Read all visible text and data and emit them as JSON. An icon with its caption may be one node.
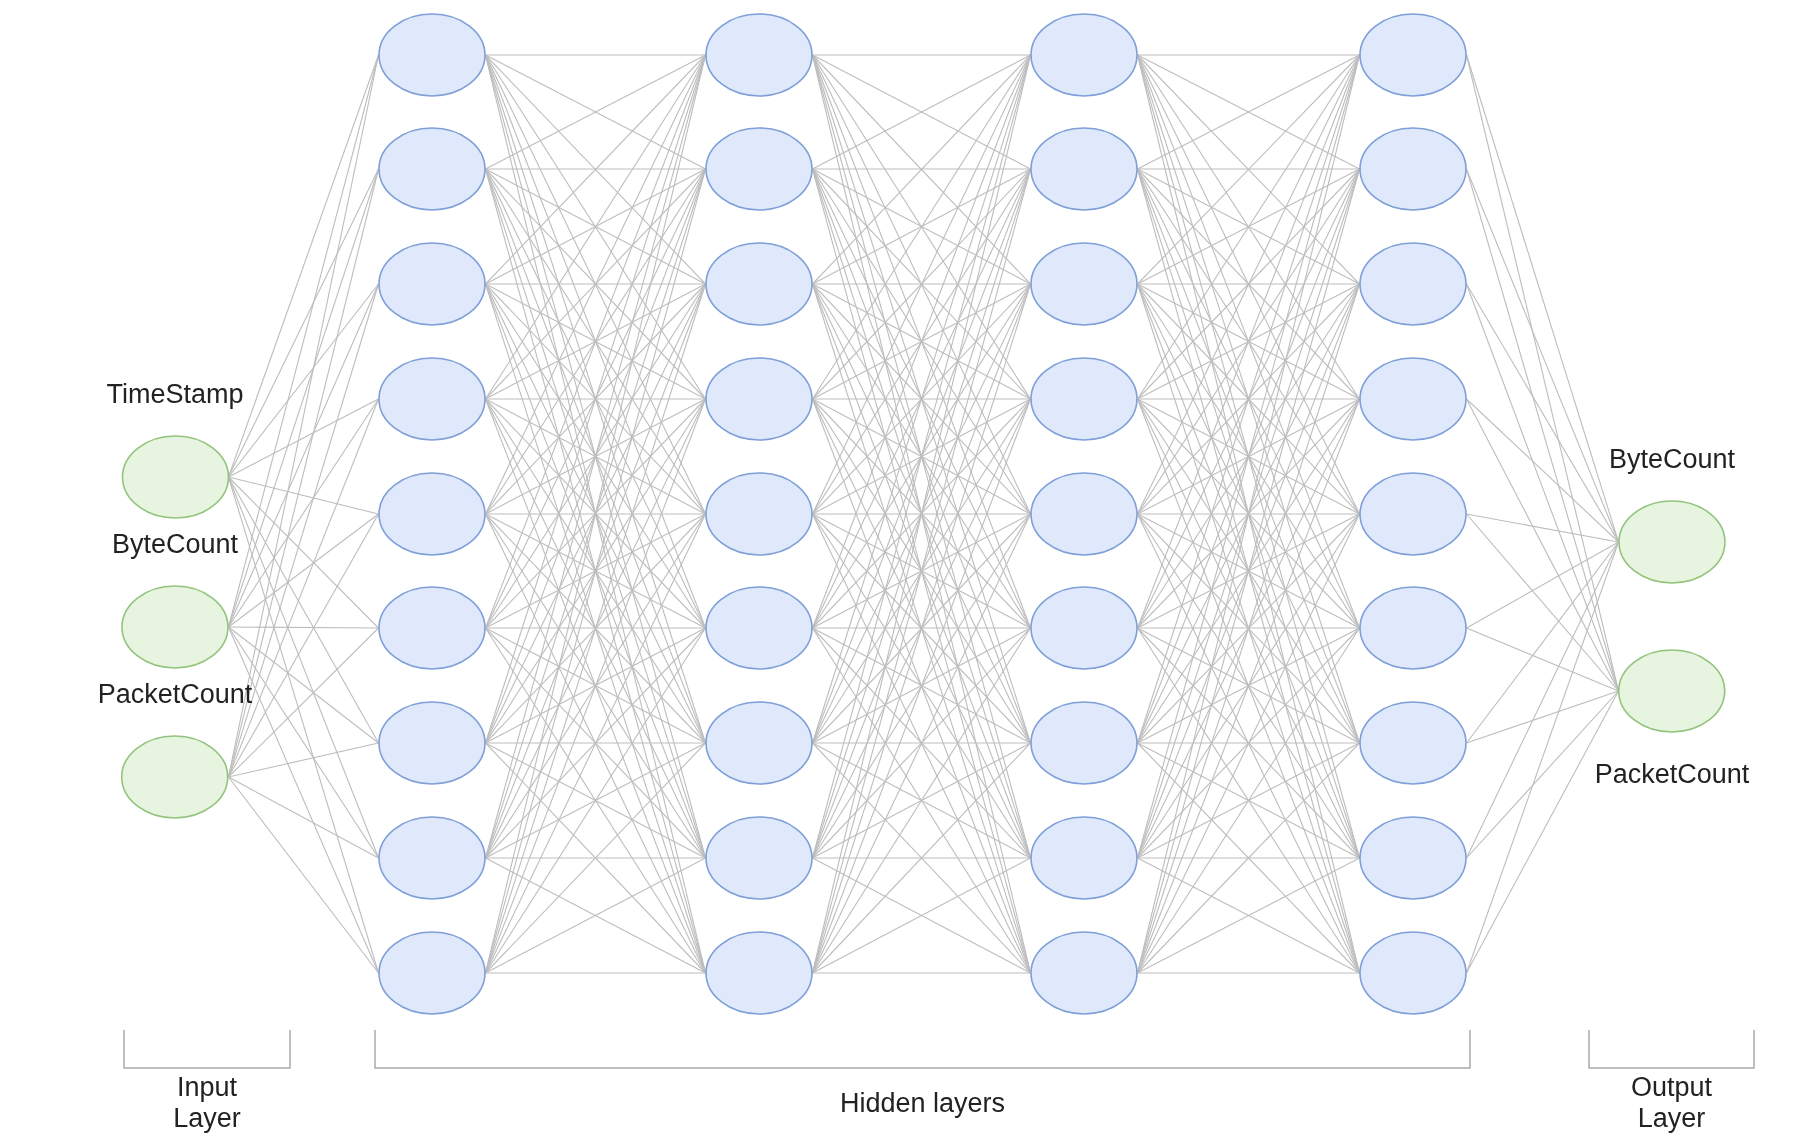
{
  "diagram": {
    "nodes": [
      {
        "text": [
          "TimeStamp"
        ]
      },
      {
        "text": [
          "ByteCount"
        ]
      },
      {
        "text": [
          "PacketCount"
        ]
      },
      {
        "text": [],
        "shape": "circle"
      },
      {
        "text": [],
        "shape": "circle"
      },
      {
        "text": [],
        "shape": "circle"
      },
      {
        "text": [],
        "shape": "circle"
      },
      {
        "text": [],
        "shape": "circle"
      },
      {
        "text": [],
        "shape": "circle"
      },
      {
        "text": [],
        "shape": "circle"
      },
      {
        "text": [],
        "shape": "circle"
      },
      {
        "text": [],
        "shape": "circle"
      },
      {
        "text": [],
        "shape": "circle"
      },
      {
        "text": [],
        "shape": "circle"
      },
      {
        "text": [],
        "shape": "circle"
      },
      {
        "text": [],
        "shape": "circle"
      },
      {
        "text": [],
        "shape": "circle"
      },
      {
        "text": [],
        "shape": "circle"
      },
      {
        "text": [],
        "shape": "circle"
      },
      {
        "text": [],
        "shape": "circle"
      },
      {
        "text": [],
        "shape": "circle"
      },
      {
        "text": [],
        "shape": "circle"
      },
      {
        "text": [],
        "shape": "circle"
      },
      {
        "text": [],
        "shape": "circle"
      },
      {
        "text": [],
        "shape": "circle"
      },
      {
        "text": [],
        "shape": "circle"
      },
      {
        "text": [],
        "shape": "circle"
      },
      {
        "text": [],
        "shape": "circle"
      },
      {
        "text": [],
        "shape": "circle"
      },
      {
        "text": [],
        "shape": "circle"
      },
      {
        "text": [],
        "shape": "circle"
      },
      {
        "text": [],
        "shape": "circle"
      },
      {
        "text": [],
        "shape": "circle"
      },
      {
        "text": [],
        "shape": "circle"
      },
      {
        "text": [],
        "shape": "circle"
      },
      {
        "text": [],
        "shape": "circle"
      },
      {
        "text": [],
        "shape": "circle"
      },
      {
        "text": [],
        "shape": "circle"
      },
      {
        "text": [],
        "shape": "circle"
      },
      {
        "text": [
          "ByteCount"
        ]
      },
      {
        "text": [
          "PacketCount"
        ]
      }
    ],
    "edges": [
      {
        "from": 0,
        "to": 3,
        "arrow": "none"
      },
      {
        "from": 0,
        "to": 4,
        "arrow": "none"
      },
      {
        "from": 0,
        "to": 5,
        "arrow": "none"
      },
      {
        "from": 0,
        "to": 6,
        "arrow": "none"
      },
      {
        "from": 0,
        "to": 7,
        "arrow": "none"
      },
      {
        "from": 0,
        "to": 8,
        "arrow": "none"
      },
      {
        "from": 0,
        "to": 9,
        "arrow": "none"
      },
      {
        "from": 0,
        "to": 10,
        "arrow": "none"
      },
      {
        "from": 0,
        "to": 11,
        "arrow": "none"
      },
      {
        "from": 1,
        "to": 3,
        "arrow": "none"
      },
      {
        "from": 1,
        "to": 4,
        "arrow": "none"
      },
      {
        "from": 1,
        "to": 5,
        "arrow": "none"
      },
      {
        "from": 1,
        "to": 6,
        "arrow": "none"
      },
      {
        "from": 1,
        "to": 7,
        "arrow": "none"
      },
      {
        "from": 1,
        "to": 8,
        "arrow": "none"
      },
      {
        "from": 1,
        "to": 9,
        "arrow": "none"
      },
      {
        "from": 1,
        "to": 10,
        "arrow": "none"
      },
      {
        "from": 1,
        "to": 11,
        "arrow": "none"
      },
      {
        "from": 2,
        "to": 3,
        "arrow": "none"
      },
      {
        "from": 2,
        "to": 4,
        "arrow": "none"
      },
      {
        "from": 2,
        "to": 5,
        "arrow": "none"
      },
      {
        "from": 2,
        "to": 6,
        "arrow": "none"
      },
      {
        "from": 2,
        "to": 7,
        "arrow": "none"
      },
      {
        "from": 2,
        "to": 8,
        "arrow": "none"
      },
      {
        "from": 2,
        "to": 9,
        "arrow": "none"
      },
      {
        "from": 2,
        "to": 10,
        "arrow": "none"
      },
      {
        "from": 2,
        "to": 11,
        "arrow": "none"
      },
      {
        "from": 3,
        "to": 12,
        "arrow": "none"
      },
      {
        "from": 3,
        "to": 13,
        "arrow": "none"
      },
      {
        "from": 3,
        "to": 14,
        "arrow": "none"
      },
      {
        "from": 3,
        "to": 15,
        "arrow": "none"
      },
      {
        "from": 3,
        "to": 16,
        "arrow": "none"
      },
      {
        "from": 3,
        "to": 17,
        "arrow": "none"
      },
      {
        "from": 3,
        "to": 18,
        "arrow": "none"
      },
      {
        "from": 3,
        "to": 19,
        "arrow": "none"
      },
      {
        "from": 3,
        "to": 20,
        "arrow": "none"
      },
      {
        "from": 4,
        "to": 12,
        "arrow": "none"
      },
      {
        "from": 4,
        "to": 13,
        "arrow": "none"
      },
      {
        "from": 4,
        "to": 14,
        "arrow": "none"
      },
      {
        "from": 4,
        "to": 15,
        "arrow": "none"
      },
      {
        "from": 4,
        "to": 16,
        "arrow": "none"
      },
      {
        "from": 4,
        "to": 17,
        "arrow": "none"
      },
      {
        "from": 4,
        "to": 18,
        "arrow": "none"
      },
      {
        "from": 4,
        "to": 19,
        "arrow": "none"
      },
      {
        "from": 4,
        "to": 20,
        "arrow": "none"
      },
      {
        "from": 5,
        "to": 12,
        "arrow": "none"
      },
      {
        "from": 5,
        "to": 13,
        "arrow": "none"
      },
      {
        "from": 5,
        "to": 14,
        "arrow": "none"
      },
      {
        "from": 5,
        "to": 15,
        "arrow": "none"
      },
      {
        "from": 5,
        "to": 16,
        "arrow": "none"
      },
      {
        "from": 5,
        "to": 17,
        "arrow": "none"
      },
      {
        "from": 5,
        "to": 18,
        "arrow": "none"
      },
      {
        "from": 5,
        "to": 19,
        "arrow": "none"
      },
      {
        "from": 5,
        "to": 20,
        "arrow": "none"
      },
      {
        "from": 6,
        "to": 12,
        "arrow": "none"
      },
      {
        "from": 6,
        "to": 13,
        "arrow": "none"
      },
      {
        "from": 6,
        "to": 14,
        "arrow": "none"
      },
      {
        "from": 6,
        "to": 15,
        "arrow": "none"
      },
      {
        "from": 6,
        "to": 16,
        "arrow": "none"
      },
      {
        "from": 6,
        "to": 17,
        "arrow": "none"
      },
      {
        "from": 6,
        "to": 18,
        "arrow": "none"
      },
      {
        "from": 6,
        "to": 19,
        "arrow": "none"
      },
      {
        "from": 6,
        "to": 20,
        "arrow": "none"
      },
      {
        "from": 7,
        "to": 12,
        "arrow": "none"
      },
      {
        "from": 7,
        "to": 13,
        "arrow": "none"
      },
      {
        "from": 7,
        "to": 14,
        "arrow": "none"
      },
      {
        "from": 7,
        "to": 15,
        "arrow": "none"
      },
      {
        "from": 7,
        "to": 16,
        "arrow": "none"
      },
      {
        "from": 7,
        "to": 17,
        "arrow": "none"
      },
      {
        "from": 7,
        "to": 18,
        "arrow": "none"
      },
      {
        "from": 7,
        "to": 19,
        "arrow": "none"
      },
      {
        "from": 7,
        "to": 20,
        "arrow": "none"
      },
      {
        "from": 8,
        "to": 12,
        "arrow": "none"
      },
      {
        "from": 8,
        "to": 13,
        "arrow": "none"
      },
      {
        "from": 8,
        "to": 14,
        "arrow": "none"
      },
      {
        "from": 8,
        "to": 15,
        "arrow": "none"
      },
      {
        "from": 8,
        "to": 16,
        "arrow": "none"
      },
      {
        "from": 8,
        "to": 17,
        "arrow": "none"
      },
      {
        "from": 8,
        "to": 18,
        "arrow": "none"
      },
      {
        "from": 8,
        "to": 19,
        "arrow": "none"
      },
      {
        "from": 8,
        "to": 20,
        "arrow": "none"
      },
      {
        "from": 9,
        "to": 12,
        "arrow": "none"
      },
      {
        "from": 9,
        "to": 13,
        "arrow": "none"
      },
      {
        "from": 9,
        "to": 14,
        "arrow": "none"
      },
      {
        "from": 9,
        "to": 15,
        "arrow": "none"
      },
      {
        "from": 9,
        "to": 16,
        "arrow": "none"
      },
      {
        "from": 9,
        "to": 17,
        "arrow": "none"
      },
      {
        "from": 9,
        "to": 18,
        "arrow": "none"
      },
      {
        "from": 9,
        "to": 19,
        "arrow": "none"
      },
      {
        "from": 9,
        "to": 20,
        "arrow": "none"
      },
      {
        "from": 10,
        "to": 12,
        "arrow": "none"
      },
      {
        "from": 10,
        "to": 13,
        "arrow": "none"
      },
      {
        "from": 10,
        "to": 14,
        "arrow": "none"
      },
      {
        "from": 10,
        "to": 15,
        "arrow": "none"
      },
      {
        "from": 10,
        "to": 16,
        "arrow": "none"
      },
      {
        "from": 10,
        "to": 17,
        "arrow": "none"
      },
      {
        "from": 10,
        "to": 18,
        "arrow": "none"
      },
      {
        "from": 10,
        "to": 19,
        "arrow": "none"
      },
      {
        "from": 10,
        "to": 20,
        "arrow": "none"
      },
      {
        "from": 11,
        "to": 12,
        "arrow": "none"
      },
      {
        "from": 11,
        "to": 13,
        "arrow": "none"
      },
      {
        "from": 11,
        "to": 14,
        "arrow": "none"
      },
      {
        "from": 11,
        "to": 15,
        "arrow": "none"
      },
      {
        "from": 11,
        "to": 16,
        "arrow": "none"
      },
      {
        "from": 11,
        "to": 17,
        "arrow": "none"
      },
      {
        "from": 11,
        "to": 18,
        "arrow": "none"
      },
      {
        "from": 11,
        "to": 19,
        "arrow": "none"
      },
      {
        "from": 11,
        "to": 20,
        "arrow": "none"
      },
      {
        "from": 12,
        "to": 21,
        "arrow": "none"
      },
      {
        "from": 12,
        "to": 22,
        "arrow": "none"
      },
      {
        "from": 12,
        "to": 23,
        "arrow": "none"
      },
      {
        "from": 12,
        "to": 24,
        "arrow": "none"
      },
      {
        "from": 12,
        "to": 25,
        "arrow": "none"
      },
      {
        "from": 12,
        "to": 26,
        "arrow": "none"
      },
      {
        "from": 12,
        "to": 27,
        "arrow": "none"
      },
      {
        "from": 12,
        "to": 28,
        "arrow": "none"
      },
      {
        "from": 12,
        "to": 29,
        "arrow": "none"
      },
      {
        "from": 13,
        "to": 21,
        "arrow": "none"
      },
      {
        "from": 13,
        "to": 22,
        "arrow": "none"
      },
      {
        "from": 13,
        "to": 23,
        "arrow": "none"
      },
      {
        "from": 13,
        "to": 24,
        "arrow": "none"
      },
      {
        "from": 13,
        "to": 25,
        "arrow": "none"
      },
      {
        "from": 13,
        "to": 26,
        "arrow": "none"
      },
      {
        "from": 13,
        "to": 27,
        "arrow": "none"
      },
      {
        "from": 13,
        "to": 28,
        "arrow": "none"
      },
      {
        "from": 13,
        "to": 29,
        "arrow": "none"
      },
      {
        "from": 14,
        "to": 21,
        "arrow": "none"
      },
      {
        "from": 14,
        "to": 22,
        "arrow": "none"
      },
      {
        "from": 14,
        "to": 23,
        "arrow": "none"
      },
      {
        "from": 14,
        "to": 24,
        "arrow": "none"
      },
      {
        "from": 14,
        "to": 25,
        "arrow": "none"
      },
      {
        "from": 14,
        "to": 26,
        "arrow": "none"
      },
      {
        "from": 14,
        "to": 27,
        "arrow": "none"
      },
      {
        "from": 14,
        "to": 28,
        "arrow": "none"
      },
      {
        "from": 14,
        "to": 29,
        "arrow": "none"
      },
      {
        "from": 15,
        "to": 21,
        "arrow": "none"
      },
      {
        "from": 15,
        "to": 22,
        "arrow": "none"
      },
      {
        "from": 15,
        "to": 23,
        "arrow": "none"
      },
      {
        "from": 15,
        "to": 24,
        "arrow": "none"
      },
      {
        "from": 15,
        "to": 25,
        "arrow": "none"
      },
      {
        "from": 15,
        "to": 26,
        "arrow": "none"
      },
      {
        "from": 15,
        "to": 27,
        "arrow": "none"
      },
      {
        "from": 15,
        "to": 28,
        "arrow": "none"
      },
      {
        "from": 15,
        "to": 29,
        "arrow": "none"
      },
      {
        "from": 16,
        "to": 21,
        "arrow": "none"
      },
      {
        "from": 16,
        "to": 22,
        "arrow": "none"
      },
      {
        "from": 16,
        "to": 23,
        "arrow": "none"
      },
      {
        "from": 16,
        "to": 24,
        "arrow": "none"
      },
      {
        "from": 16,
        "to": 25,
        "arrow": "none"
      },
      {
        "from": 16,
        "to": 26,
        "arrow": "none"
      },
      {
        "from": 16,
        "to": 27,
        "arrow": "none"
      },
      {
        "from": 16,
        "to": 28,
        "arrow": "none"
      },
      {
        "from": 16,
        "to": 29,
        "arrow": "none"
      },
      {
        "from": 17,
        "to": 21,
        "arrow": "none"
      },
      {
        "from": 17,
        "to": 22,
        "arrow": "none"
      },
      {
        "from": 17,
        "to": 23,
        "arrow": "none"
      },
      {
        "from": 17,
        "to": 24,
        "arrow": "none"
      },
      {
        "from": 17,
        "to": 25,
        "arrow": "none"
      },
      {
        "from": 17,
        "to": 26,
        "arrow": "none"
      },
      {
        "from": 17,
        "to": 27,
        "arrow": "none"
      },
      {
        "from": 17,
        "to": 28,
        "arrow": "none"
      },
      {
        "from": 17,
        "to": 29,
        "arrow": "none"
      },
      {
        "from": 18,
        "to": 21,
        "arrow": "none"
      },
      {
        "from": 18,
        "to": 22,
        "arrow": "none"
      },
      {
        "from": 18,
        "to": 23,
        "arrow": "none"
      },
      {
        "from": 18,
        "to": 24,
        "arrow": "none"
      },
      {
        "from": 18,
        "to": 25,
        "arrow": "none"
      },
      {
        "from": 18,
        "to": 26,
        "arrow": "none"
      },
      {
        "from": 18,
        "to": 27,
        "arrow": "none"
      },
      {
        "from": 18,
        "to": 28,
        "arrow": "none"
      },
      {
        "from": 18,
        "to": 29,
        "arrow": "none"
      },
      {
        "from": 19,
        "to": 21,
        "arrow": "none"
      },
      {
        "from": 19,
        "to": 22,
        "arrow": "none"
      },
      {
        "from": 19,
        "to": 23,
        "arrow": "none"
      },
      {
        "from": 19,
        "to": 24,
        "arrow": "none"
      },
      {
        "from": 19,
        "to": 25,
        "arrow": "none"
      },
      {
        "from": 19,
        "to": 26,
        "arrow": "none"
      },
      {
        "from": 19,
        "to": 27,
        "arrow": "none"
      },
      {
        "from": 19,
        "to": 28,
        "arrow": "none"
      },
      {
        "from": 19,
        "to": 29,
        "arrow": "none"
      },
      {
        "from": 20,
        "to": 21,
        "arrow": "none"
      },
      {
        "from": 20,
        "to": 22,
        "arrow": "none"
      },
      {
        "from": 20,
        "to": 23,
        "arrow": "none"
      },
      {
        "from": 20,
        "to": 24,
        "arrow": "none"
      },
      {
        "from": 20,
        "to": 25,
        "arrow": "none"
      },
      {
        "from": 20,
        "to": 26,
        "arrow": "none"
      },
      {
        "from": 20,
        "to": 27,
        "arrow": "none"
      },
      {
        "from": 20,
        "to": 28,
        "arrow": "none"
      },
      {
        "from": 20,
        "to": 29,
        "arrow": "none"
      },
      {
        "from": 21,
        "to": 30,
        "arrow": "none"
      },
      {
        "from": 21,
        "to": 31,
        "arrow": "none"
      },
      {
        "from": 21,
        "to": 32,
        "arrow": "none"
      },
      {
        "from": 21,
        "to": 33,
        "arrow": "none"
      },
      {
        "from": 21,
        "to": 34,
        "arrow": "none"
      },
      {
        "from": 21,
        "to": 35,
        "arrow": "none"
      },
      {
        "from": 21,
        "to": 36,
        "arrow": "none"
      },
      {
        "from": 21,
        "to": 37,
        "arrow": "none"
      },
      {
        "from": 21,
        "to": 38,
        "arrow": "none"
      },
      {
        "from": 22,
        "to": 30,
        "arrow": "none"
      },
      {
        "from": 22,
        "to": 31,
        "arrow": "none"
      },
      {
        "from": 22,
        "to": 32,
        "arrow": "none"
      },
      {
        "from": 22,
        "to": 33,
        "arrow": "none"
      },
      {
        "from": 22,
        "to": 34,
        "arrow": "none"
      },
      {
        "from": 22,
        "to": 35,
        "arrow": "none"
      },
      {
        "from": 22,
        "to": 36,
        "arrow": "none"
      },
      {
        "from": 22,
        "to": 37,
        "arrow": "none"
      },
      {
        "from": 22,
        "to": 38,
        "arrow": "none"
      },
      {
        "from": 23,
        "to": 30,
        "arrow": "none"
      },
      {
        "from": 23,
        "to": 31,
        "arrow": "none"
      },
      {
        "from": 23,
        "to": 32,
        "arrow": "none"
      },
      {
        "from": 23,
        "to": 33,
        "arrow": "none"
      },
      {
        "from": 23,
        "to": 34,
        "arrow": "none"
      },
      {
        "from": 23,
        "to": 35,
        "arrow": "none"
      },
      {
        "from": 23,
        "to": 36,
        "arrow": "none"
      },
      {
        "from": 23,
        "to": 37,
        "arrow": "none"
      },
      {
        "from": 23,
        "to": 38,
        "arrow": "none"
      },
      {
        "from": 24,
        "to": 30,
        "arrow": "none"
      },
      {
        "from": 24,
        "to": 31,
        "arrow": "none"
      },
      {
        "from": 24,
        "to": 32,
        "arrow": "none"
      },
      {
        "from": 24,
        "to": 33,
        "arrow": "none"
      },
      {
        "from": 24,
        "to": 34,
        "arrow": "none"
      },
      {
        "from": 24,
        "to": 35,
        "arrow": "none"
      },
      {
        "from": 24,
        "to": 36,
        "arrow": "none"
      },
      {
        "from": 24,
        "to": 37,
        "arrow": "none"
      },
      {
        "from": 24,
        "to": 38,
        "arrow": "none"
      },
      {
        "from": 25,
        "to": 30,
        "arrow": "none"
      },
      {
        "from": 25,
        "to": 31,
        "arrow": "none"
      },
      {
        "from": 25,
        "to": 32,
        "arrow": "none"
      },
      {
        "from": 25,
        "to": 33,
        "arrow": "none"
      },
      {
        "from": 25,
        "to": 34,
        "arrow": "none"
      },
      {
        "from": 25,
        "to": 35,
        "arrow": "none"
      },
      {
        "from": 25,
        "to": 36,
        "arrow": "none"
      },
      {
        "from": 25,
        "to": 37,
        "arrow": "none"
      },
      {
        "from": 25,
        "to": 38,
        "arrow": "none"
      },
      {
        "from": 26,
        "to": 30,
        "arrow": "none"
      },
      {
        "from": 26,
        "to": 31,
        "arrow": "none"
      },
      {
        "from": 26,
        "to": 32,
        "arrow": "none"
      },
      {
        "from": 26,
        "to": 33,
        "arrow": "none"
      },
      {
        "from": 26,
        "to": 34,
        "arrow": "none"
      },
      {
        "from": 26,
        "to": 35,
        "arrow": "none"
      },
      {
        "from": 26,
        "to": 36,
        "arrow": "none"
      },
      {
        "from": 26,
        "to": 37,
        "arrow": "none"
      },
      {
        "from": 26,
        "to": 38,
        "arrow": "none"
      },
      {
        "from": 27,
        "to": 30,
        "arrow": "none"
      },
      {
        "from": 27,
        "to": 31,
        "arrow": "none"
      },
      {
        "from": 27,
        "to": 32,
        "arrow": "none"
      },
      {
        "from": 27,
        "to": 33,
        "arrow": "none"
      },
      {
        "from": 27,
        "to": 34,
        "arrow": "none"
      },
      {
        "from": 27,
        "to": 35,
        "arrow": "none"
      },
      {
        "from": 27,
        "to": 36,
        "arrow": "none"
      },
      {
        "from": 27,
        "to": 37,
        "arrow": "none"
      },
      {
        "from": 27,
        "to": 38,
        "arrow": "none"
      },
      {
        "from": 28,
        "to": 30,
        "arrow": "none"
      },
      {
        "from": 28,
        "to": 31,
        "arrow": "none"
      },
      {
        "from": 28,
        "to": 32,
        "arrow": "none"
      },
      {
        "from": 28,
        "to": 33,
        "arrow": "none"
      },
      {
        "from": 28,
        "to": 34,
        "arrow": "none"
      },
      {
        "from": 28,
        "to": 35,
        "arrow": "none"
      },
      {
        "from": 28,
        "to": 36,
        "arrow": "none"
      },
      {
        "from": 28,
        "to": 37,
        "arrow": "none"
      },
      {
        "from": 28,
        "to": 38,
        "arrow": "none"
      },
      {
        "from": 29,
        "to": 30,
        "arrow": "none"
      },
      {
        "from": 29,
        "to": 31,
        "arrow": "none"
      },
      {
        "from": 29,
        "to": 32,
        "arrow": "none"
      },
      {
        "from": 29,
        "to": 33,
        "arrow": "none"
      },
      {
        "from": 29,
        "to": 34,
        "arrow": "none"
      },
      {
        "from": 29,
        "to": 35,
        "arrow": "none"
      },
      {
        "from": 29,
        "to": 36,
        "arrow": "none"
      },
      {
        "from": 29,
        "to": 37,
        "arrow": "none"
      },
      {
        "from": 29,
        "to": 38,
        "arrow": "none"
      },
      {
        "from": 30,
        "to": 39,
        "arrow": "none"
      },
      {
        "from": 30,
        "to": 40,
        "arrow": "none"
      },
      {
        "from": 31,
        "to": 39,
        "arrow": "none"
      },
      {
        "from": 31,
        "to": 40,
        "arrow": "none"
      },
      {
        "from": 32,
        "to": 39,
        "arrow": "none"
      },
      {
        "from": 32,
        "to": 40,
        "arrow": "none"
      },
      {
        "from": 33,
        "to": 39,
        "arrow": "none"
      },
      {
        "from": 33,
        "to": 40,
        "arrow": "none"
      },
      {
        "from": 34,
        "to": 39,
        "arrow": "none"
      },
      {
        "from": 34,
        "to": 40,
        "arrow": "none"
      },
      {
        "from": 35,
        "to": 39,
        "arrow": "none"
      },
      {
        "from": 35,
        "to": 40,
        "arrow": "none"
      },
      {
        "from": 36,
        "to": 39,
        "arrow": "none"
      },
      {
        "from": 36,
        "to": 40,
        "arrow": "none"
      },
      {
        "from": 37,
        "to": 39,
        "arrow": "none"
      },
      {
        "from": 37,
        "to": 40,
        "arrow": "none"
      },
      {
        "from": 38,
        "to": 39,
        "arrow": "none"
      },
      {
        "from": 38,
        "to": 40,
        "arrow": "none"
      }
    ],
    "labels": [
      "Input Layer",
      "Hidden layers",
      "Output Layer"
    ]
  }
}
